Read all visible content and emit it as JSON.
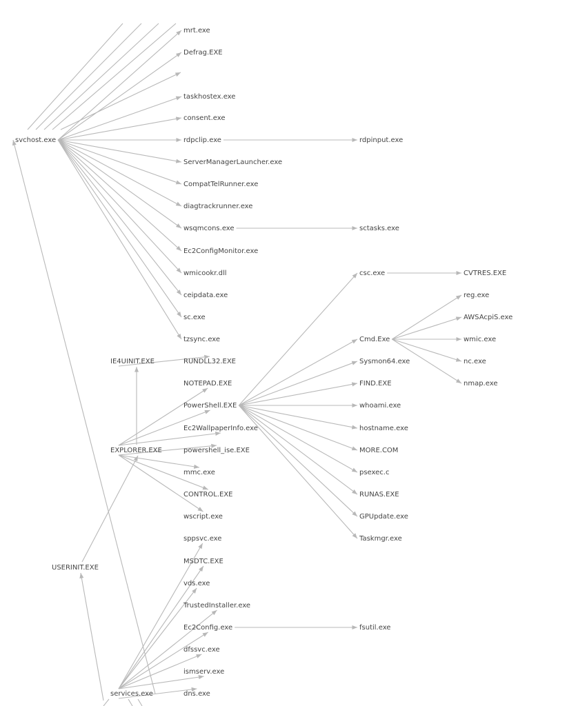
{
  "colors": {
    "edge": "#b8b8b8",
    "label": "#444444",
    "background": "#ffffff"
  },
  "nodes": [
    {
      "id": "svchost",
      "label": "svchost.exe"
    },
    {
      "id": "mrt",
      "label": "mrt.exe"
    },
    {
      "id": "defrag",
      "label": "Defrag.EXE"
    },
    {
      "id": "taskhostex",
      "label": "taskhostex.exe"
    },
    {
      "id": "consent",
      "label": "consent.exe"
    },
    {
      "id": "rdpclip",
      "label": "rdpclip.exe"
    },
    {
      "id": "rdpinput",
      "label": "rdpinput.exe"
    },
    {
      "id": "servermanagerlauncher",
      "label": "ServerManagerLauncher.exe"
    },
    {
      "id": "compattelrunner",
      "label": "CompatTelRunner.exe"
    },
    {
      "id": "diagtrackrunner",
      "label": "diagtrackrunner.exe"
    },
    {
      "id": "wsqmcons",
      "label": "wsqmcons.exe"
    },
    {
      "id": "sctasks",
      "label": "sctasks.exe"
    },
    {
      "id": "ec2configmonitor",
      "label": "Ec2ConfigMonitor.exe"
    },
    {
      "id": "wmicookr",
      "label": "wmicookr.dll"
    },
    {
      "id": "ceipdata",
      "label": "ceipdata.exe"
    },
    {
      "id": "sc",
      "label": "sc.exe"
    },
    {
      "id": "tzsync",
      "label": "tzsync.exe"
    },
    {
      "id": "ie4uinit",
      "label": "IE4UINIT.EXE"
    },
    {
      "id": "rundll32",
      "label": "RUNDLL32.EXE"
    },
    {
      "id": "notepad",
      "label": "NOTEPAD.EXE"
    },
    {
      "id": "powershell",
      "label": "PowerShell.EXE"
    },
    {
      "id": "ec2wallpaperinfo",
      "label": "Ec2WallpaperInfo.exe"
    },
    {
      "id": "explorer",
      "label": "EXPLORER.EXE"
    },
    {
      "id": "powershell_ise",
      "label": "powershell_ise.EXE"
    },
    {
      "id": "mmc",
      "label": "mmc.exe"
    },
    {
      "id": "control",
      "label": "CONTROL.EXE"
    },
    {
      "id": "wscript",
      "label": "wscript.exe"
    },
    {
      "id": "sppsvc",
      "label": "sppsvc.exe"
    },
    {
      "id": "userinit",
      "label": "USERINIT.EXE"
    },
    {
      "id": "msdtc",
      "label": "MSDTC.EXE"
    },
    {
      "id": "vds",
      "label": "vds.exe"
    },
    {
      "id": "trustedinstaller",
      "label": "TrustedInstaller.exe"
    },
    {
      "id": "ec2config",
      "label": "Ec2Config.exe"
    },
    {
      "id": "fsutil",
      "label": "fsutil.exe"
    },
    {
      "id": "dfssvc",
      "label": "dfssvc.exe"
    },
    {
      "id": "ismserv",
      "label": "ismserv.exe"
    },
    {
      "id": "services",
      "label": "services.exe"
    },
    {
      "id": "dns",
      "label": "dns.exe"
    },
    {
      "id": "csc",
      "label": "csc.exe"
    },
    {
      "id": "cvtres",
      "label": "CVTRES.EXE"
    },
    {
      "id": "cmd",
      "label": "Cmd.Exe"
    },
    {
      "id": "reg",
      "label": "reg.exe"
    },
    {
      "id": "awsacpis",
      "label": "AWSAcpiS.exe"
    },
    {
      "id": "wmic",
      "label": "wmic.exe"
    },
    {
      "id": "nc",
      "label": "nc.exe"
    },
    {
      "id": "nmap",
      "label": "nmap.exe"
    },
    {
      "id": "sysmon64",
      "label": "Sysmon64.exe"
    },
    {
      "id": "find",
      "label": "FIND.EXE"
    },
    {
      "id": "whoami",
      "label": "whoami.exe"
    },
    {
      "id": "hostname",
      "label": "hostname.exe"
    },
    {
      "id": "more",
      "label": "MORE.COM"
    },
    {
      "id": "psexec",
      "label": "psexec.c"
    },
    {
      "id": "runas",
      "label": "RUNAS.EXE"
    },
    {
      "id": "gpupdate",
      "label": "GPUpdate.exe"
    },
    {
      "id": "taskmgr",
      "label": "Taskmgr.exe"
    }
  ],
  "edges": [
    [
      "svchost",
      "mrt"
    ],
    [
      "svchost",
      "defrag"
    ],
    [
      "svchost",
      "taskhostex"
    ],
    [
      "svchost",
      "consent"
    ],
    [
      "svchost",
      "rdpclip"
    ],
    [
      "svchost",
      "servermanagerlauncher"
    ],
    [
      "svchost",
      "compattelrunner"
    ],
    [
      "svchost",
      "diagtrackrunner"
    ],
    [
      "svchost",
      "wsqmcons"
    ],
    [
      "svchost",
      "ec2configmonitor"
    ],
    [
      "svchost",
      "wmicookr"
    ],
    [
      "svchost",
      "ceipdata"
    ],
    [
      "svchost",
      "sc"
    ],
    [
      "svchost",
      "tzsync"
    ],
    [
      "rdpclip",
      "rdpinput"
    ],
    [
      "wsqmcons",
      "sctasks"
    ],
    [
      "ie4uinit",
      "rundll32"
    ],
    [
      "explorer",
      "ie4uinit"
    ],
    [
      "explorer",
      "notepad"
    ],
    [
      "explorer",
      "powershell"
    ],
    [
      "explorer",
      "ec2wallpaperinfo"
    ],
    [
      "explorer",
      "powershell_ise"
    ],
    [
      "explorer",
      "mmc"
    ],
    [
      "explorer",
      "control"
    ],
    [
      "explorer",
      "wscript"
    ],
    [
      "userinit",
      "explorer"
    ],
    [
      "services",
      "svchost"
    ],
    [
      "services",
      "userinit"
    ],
    [
      "services",
      "sppsvc"
    ],
    [
      "services",
      "msdtc"
    ],
    [
      "services",
      "vds"
    ],
    [
      "services",
      "trustedinstaller"
    ],
    [
      "services",
      "ec2config"
    ],
    [
      "services",
      "dfssvc"
    ],
    [
      "services",
      "ismserv"
    ],
    [
      "services",
      "dns"
    ],
    [
      "ec2config",
      "fsutil"
    ],
    [
      "powershell",
      "csc"
    ],
    [
      "powershell",
      "cmd"
    ],
    [
      "powershell",
      "sysmon64"
    ],
    [
      "powershell",
      "find"
    ],
    [
      "powershell",
      "whoami"
    ],
    [
      "powershell",
      "hostname"
    ],
    [
      "powershell",
      "more"
    ],
    [
      "powershell",
      "psexec"
    ],
    [
      "powershell",
      "runas"
    ],
    [
      "powershell",
      "gpupdate"
    ],
    [
      "powershell",
      "taskmgr"
    ],
    [
      "csc",
      "cvtres"
    ],
    [
      "cmd",
      "reg"
    ],
    [
      "cmd",
      "awsacpis"
    ],
    [
      "cmd",
      "wmic"
    ],
    [
      "cmd",
      "nc"
    ],
    [
      "cmd",
      "nmap"
    ]
  ]
}
